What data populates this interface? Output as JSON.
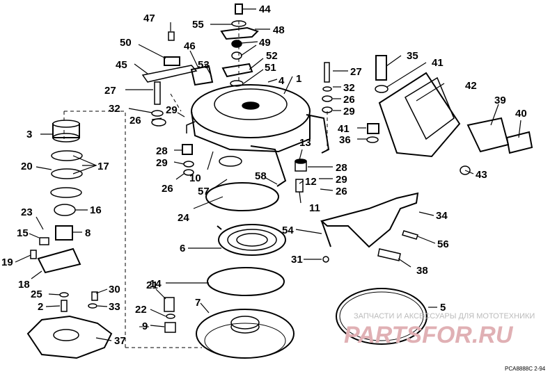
{
  "callouts": [
    "44",
    "55",
    "47",
    "48",
    "50",
    "46",
    "49",
    "52",
    "45",
    "53",
    "51",
    "4",
    "1",
    "35",
    "27",
    "41",
    "42",
    "27",
    "32",
    "26",
    "29",
    "32",
    "26",
    "29",
    "39",
    "40",
    "3",
    "41",
    "36",
    "17",
    "20",
    "28",
    "29",
    "13",
    "28",
    "26",
    "29",
    "12",
    "10",
    "58",
    "57",
    "26",
    "11",
    "43",
    "16",
    "23",
    "15",
    "8",
    "24",
    "34",
    "54",
    "56",
    "6",
    "19",
    "31",
    "18",
    "38",
    "21",
    "14",
    "30",
    "25",
    "33",
    "2",
    "22",
    "5",
    "7",
    "9",
    "37"
  ],
  "watermark": {
    "line1": "ЗАПЧАСТИ И АКСЕССУАРЫ ДЛЯ МОТОТЕХНИКИ",
    "line2": "PARTSFOR.RU"
  },
  "drawing_code": "PCA8888C   2-94",
  "colors": {
    "ink": "#000000",
    "watermark": "#d8a0a6"
  }
}
